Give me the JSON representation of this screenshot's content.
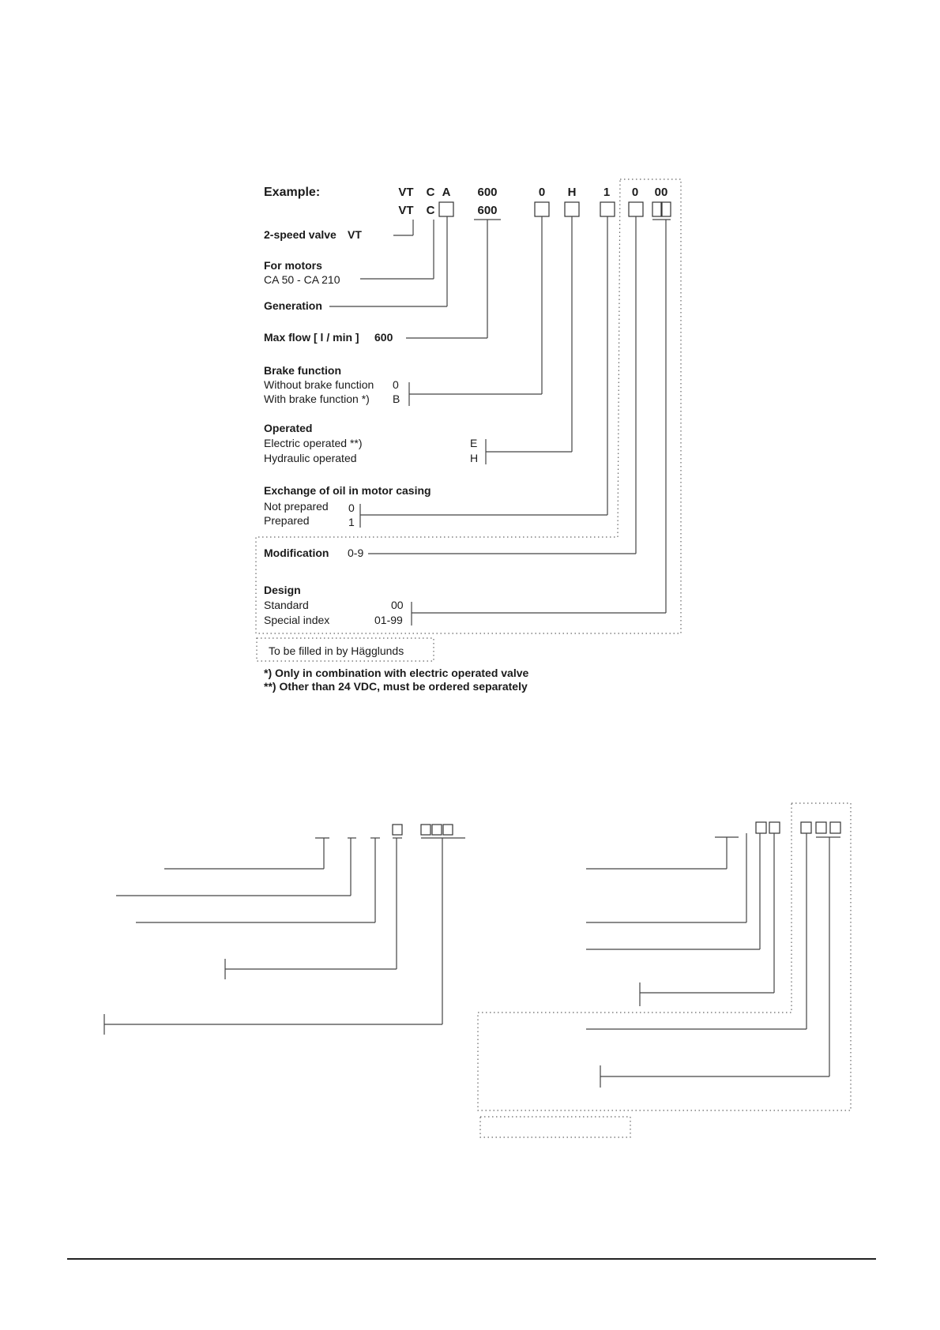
{
  "example": {
    "label": "Example:",
    "top_row": [
      "VT",
      "C",
      "A",
      "600",
      "0",
      "H",
      "1",
      "0",
      "00"
    ],
    "code_vt": "VT",
    "code_c": "C",
    "code_600": "600"
  },
  "fields": {
    "valve": {
      "title": "2-speed valve",
      "value": "VT"
    },
    "motors": {
      "title": "For motors",
      "range": "CA 50 - CA 210"
    },
    "generation": {
      "title": "Generation"
    },
    "max_flow": {
      "title": "Max flow [ l / min ]",
      "value": "600"
    },
    "brake": {
      "title": "Brake function",
      "options": [
        {
          "label": "Without brake function",
          "code": "0"
        },
        {
          "label": "With brake function  *)",
          "code": "B"
        }
      ]
    },
    "operated": {
      "title": "Operated",
      "options": [
        {
          "label": "Electric operated **)",
          "code": "E"
        },
        {
          "label": "Hydraulic operated",
          "code": "H"
        }
      ]
    },
    "oil_exchange": {
      "title": "Exchange of oil in motor casing",
      "options": [
        {
          "label": "Not prepared",
          "code": "0"
        },
        {
          "label": "Prepared",
          "code": "1"
        }
      ]
    },
    "modification": {
      "title": "Modification",
      "range": "0-9"
    },
    "design": {
      "title": "Design",
      "options": [
        {
          "label": "Standard",
          "code": "00"
        },
        {
          "label": "Special index",
          "code": "01-99"
        }
      ]
    }
  },
  "filled_in_note": "To be filled in by Hägglunds",
  "footnotes": [
    "*) Only in combination with electric operated valve",
    "**) Other  than 24 VDC, must be ordered separately"
  ]
}
